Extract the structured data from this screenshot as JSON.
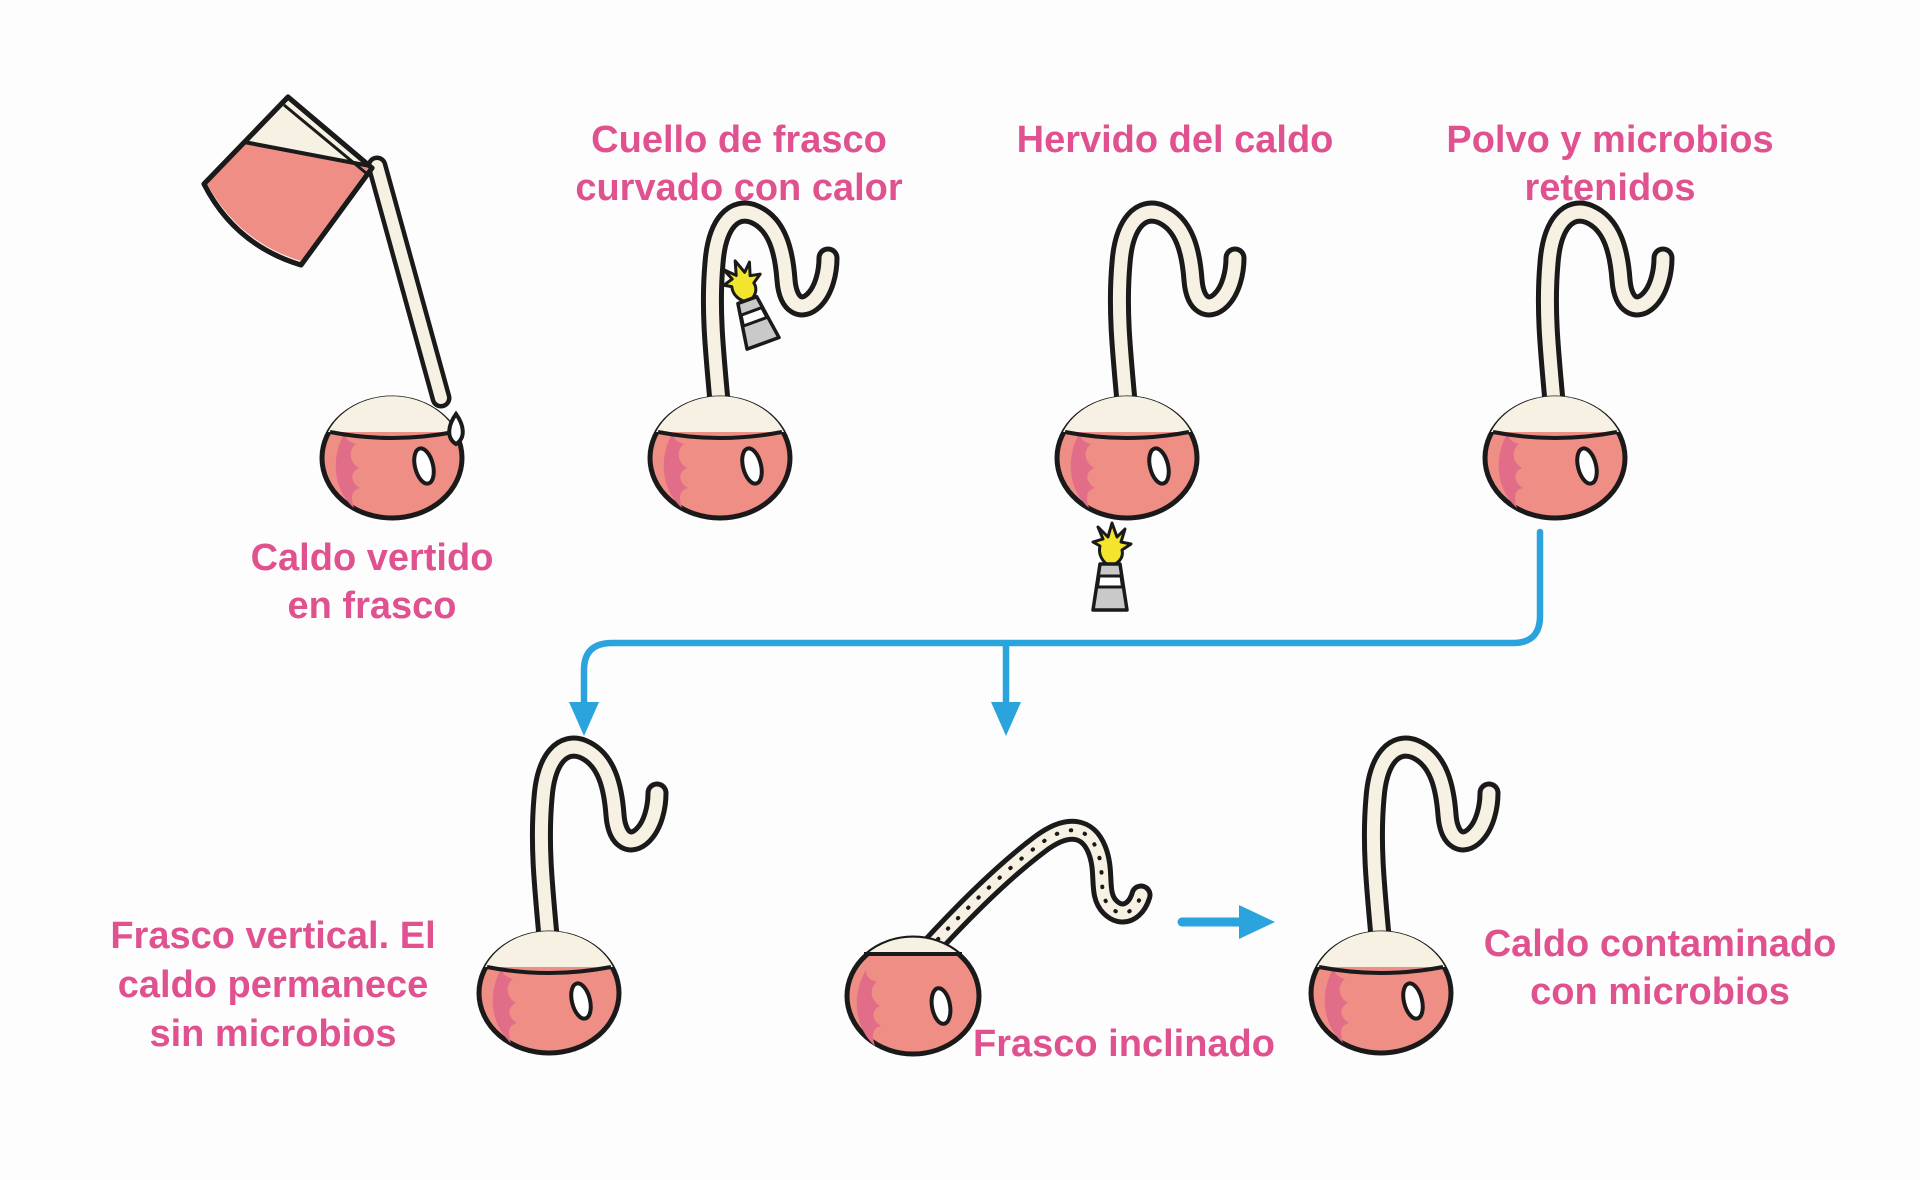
{
  "stages": {
    "pour": {
      "caption1": "Caldo vertido",
      "caption2": "en frasco"
    },
    "curve": {
      "caption1": "Cuello de frasco",
      "caption2": "curvado con calor"
    },
    "boil": {
      "caption1": "Hervido del caldo"
    },
    "retain": {
      "caption1": "Polvo y microbios",
      "caption2": "retenidos"
    },
    "vertical": {
      "caption1": "Frasco vertical. El",
      "caption2": "caldo permanece",
      "caption3": "sin microbios"
    },
    "tilted": {
      "caption1": "Frasco inclinado"
    },
    "contaminated": {
      "caption1": "Caldo contaminado",
      "caption2": "con microbios"
    }
  },
  "icons": {
    "flame": "flame-icon",
    "burner": "bunsen-burner-icon",
    "down_arrow": "arrow-down-icon",
    "right_arrow": "arrow-right-icon"
  },
  "colors": {
    "label_text": "#e0518f",
    "arrow_blue": "#2ba3dc",
    "broth_fill": "#ee8e85",
    "broth_shadow": "#e26d89",
    "glass_cream": "#f6f1e3",
    "outline": "#1a1a1a",
    "flame_yellow": "#f3e52d",
    "burner_grey": "#c9c9c9",
    "background": "#fdfdfd"
  }
}
